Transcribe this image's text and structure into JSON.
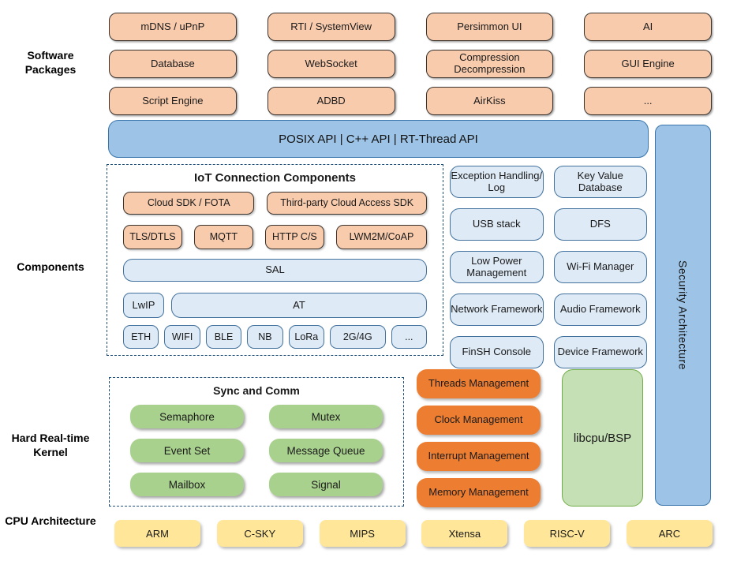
{
  "colors": {
    "package_fill": "#F8CBAD",
    "api_fill": "#9DC3E6",
    "component_fill": "#DEEAF6",
    "component_border": "#41719C",
    "dashed_border": "#1F4E79",
    "sync_fill": "#A9D18E",
    "management_fill": "#ED7D31",
    "libcpu_fill": "#C5E0B4",
    "cpu_fill": "#FFE699"
  },
  "side_labels": {
    "software": "Software Packages",
    "components": "Components",
    "kernel": "Hard Real-time Kernel",
    "cpu": "CPU Architecture"
  },
  "software_packages": {
    "items": [
      [
        "mDNS / uPnP",
        "RTI / SystemView",
        "Persimmon UI",
        "AI"
      ],
      [
        "Database",
        "WebSocket",
        "Compression Decompression",
        "GUI Engine"
      ],
      [
        "Script Engine",
        "ADBD",
        "AirKiss",
        "..."
      ]
    ]
  },
  "api_bar": {
    "label": "POSIX API | C++ API | RT-Thread API"
  },
  "iot": {
    "title": "IoT Connection Components",
    "cloud_row": [
      "Cloud SDK / FOTA",
      "Third-party Cloud Access SDK"
    ],
    "protocol_row": [
      "TLS/DTLS",
      "MQTT",
      "HTTP C/S",
      "LWM2M/CoAP"
    ],
    "sal": "SAL",
    "lwip": "LwIP",
    "at": "AT",
    "links": [
      "ETH",
      "WIFI",
      "BLE",
      "NB",
      "LoRa",
      "2G/4G",
      "..."
    ]
  },
  "components_grid": {
    "items": [
      [
        "Exception Handling/ Log",
        "Key Value Database"
      ],
      [
        "USB stack",
        "DFS"
      ],
      [
        "Low Power Management",
        "Wi-Fi Manager"
      ],
      [
        "Network Framework",
        "Audio Framework"
      ],
      [
        "FinSH Console",
        "Device Framework"
      ]
    ]
  },
  "security_bar": {
    "label": "Security Architecture"
  },
  "kernel": {
    "sync_title": "Sync and Comm",
    "sync_items": [
      [
        "Semaphore",
        "Mutex"
      ],
      [
        "Event Set",
        "Message Queue"
      ],
      [
        "Mailbox",
        "Signal"
      ]
    ],
    "management": [
      "Threads Management",
      "Clock Management",
      "Interrupt Management",
      "Memory Management"
    ],
    "libcpu": "libcpu/BSP"
  },
  "cpu_row": {
    "items": [
      "ARM",
      "C-SKY",
      "MIPS",
      "Xtensa",
      "RISC-V",
      "ARC"
    ]
  }
}
